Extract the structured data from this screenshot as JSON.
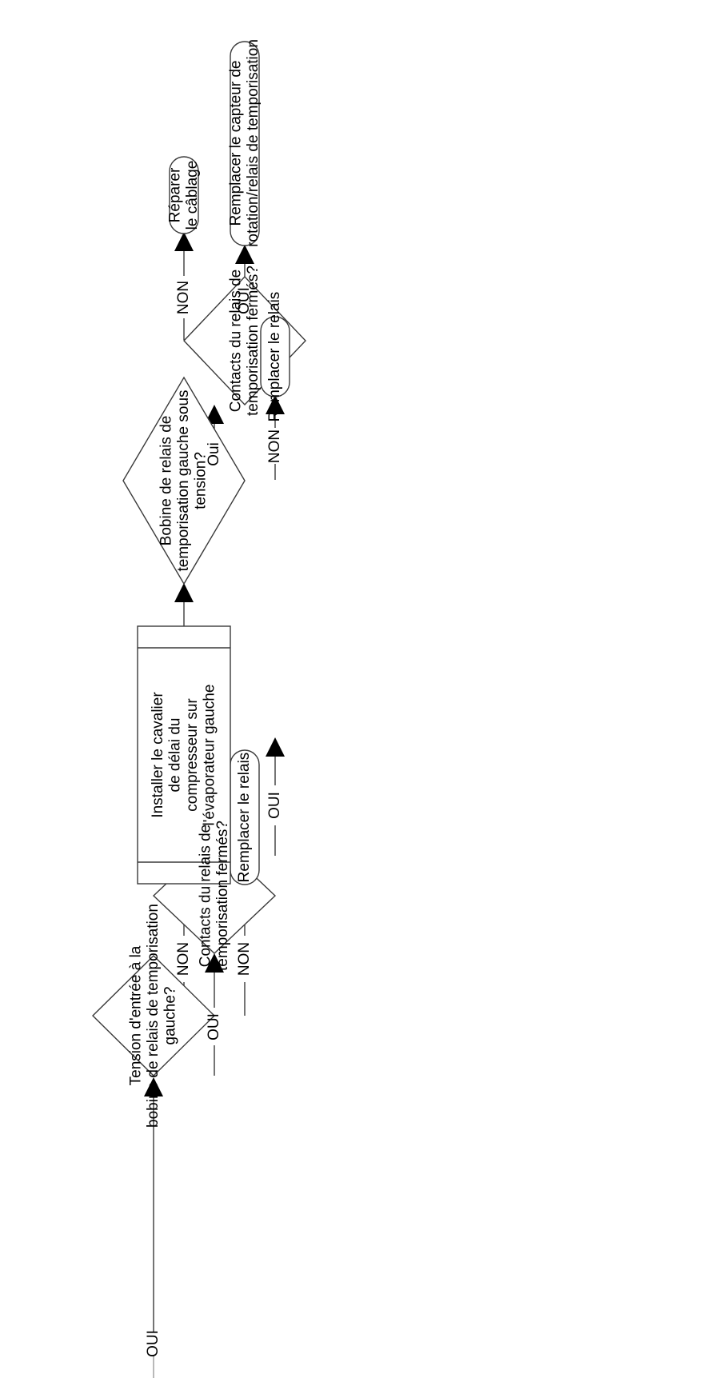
{
  "nodes": {
    "q_tension_entree": {
      "lines": [
        "Tension d'entrée à la",
        "bobine de relais de temporisation",
        "gauche?"
      ]
    },
    "q_contacts_1": {
      "lines": [
        "Contacts du relais de",
        "temporisation fermés?"
      ]
    },
    "a_remplacer_relais_1": {
      "lines": [
        "Remplacer le relais"
      ]
    },
    "a_installer_cavalier": {
      "lines": [
        "Installer le cavalier",
        "de délai du",
        "compresseur sur",
        "l'évaporateur gauche"
      ]
    },
    "q_bobine_sous_tension": {
      "lines": [
        "Bobine de relais de",
        "temporisation gauche sous",
        "tension?"
      ]
    },
    "a_reparer_cablage": {
      "lines": [
        "Réparer",
        "le câblage"
      ]
    },
    "q_contacts_2": {
      "lines": [
        "Contacts du relais de",
        "temporisation fermés?"
      ]
    },
    "a_remplacer_capteur": {
      "lines": [
        "Remplacer le capteur de",
        "rotation/relais de temporisation"
      ]
    },
    "a_remplacer_relais_2": {
      "lines": [
        "Remplacer le relais"
      ]
    }
  },
  "edges": {
    "in_oui": "OUI",
    "tension_oui": "OUI",
    "tension_non": "NON",
    "contacts1_non": "NON",
    "contacts1_oui": "OUI",
    "bobine_non": "NON",
    "bobine_oui": "Oui",
    "contacts2_oui": "OUI",
    "contacts2_non": "NON"
  }
}
